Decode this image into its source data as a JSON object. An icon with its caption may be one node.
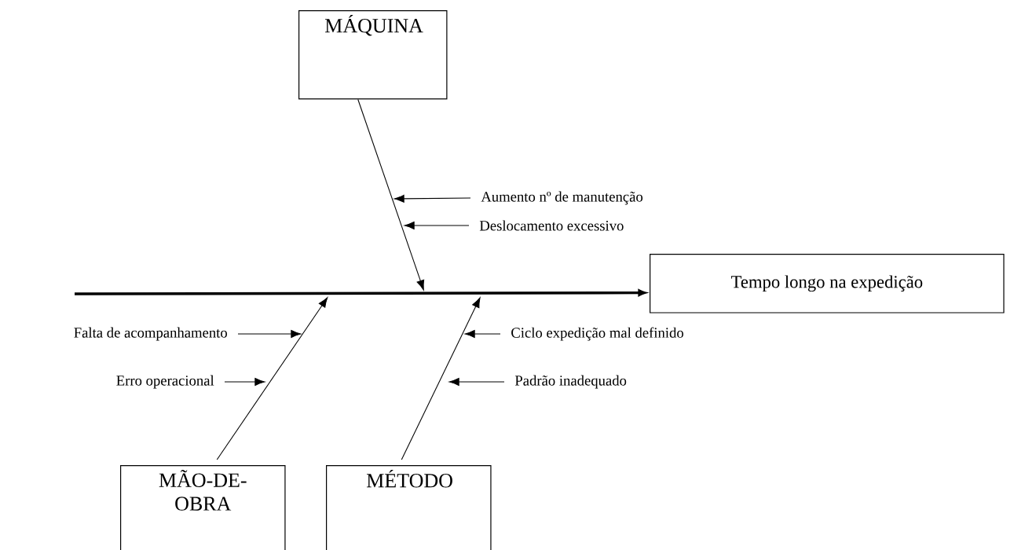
{
  "diagram": {
    "nodes": [
      {
        "text": [
          "MÁQUINA"
        ]
      },
      {
        "text": [
          "Aumento nº de manutenção"
        ]
      },
      {
        "text": [
          "Deslocamento excessivo"
        ]
      },
      {
        "text": [
          "Tempo longo na expedição"
        ]
      },
      {
        "text": [
          "Falta de acompanhamento"
        ]
      },
      {
        "text": [
          "Ciclo expedição mal definido"
        ]
      },
      {
        "text": [
          "Erro operacional"
        ]
      },
      {
        "text": [
          "Padrão inadequado"
        ]
      },
      {
        "text": [
          "MÃO-DE-OBRA"
        ]
      },
      {
        "text": [
          "MÉTODO"
        ]
      }
    ],
    "edges": [
      {
        "from": null,
        "to": 3,
        "arrow": "to",
        "style": "thick"
      },
      {
        "from": 0,
        "to": null,
        "arrow": "to"
      },
      {
        "from": 8,
        "to": null,
        "arrow": "to"
      },
      {
        "from": 9,
        "to": null,
        "arrow": "to"
      },
      {
        "from": 1,
        "to": null,
        "arrow": "to"
      },
      {
        "from": 2,
        "to": null,
        "arrow": "to"
      },
      {
        "from": 4,
        "to": null,
        "arrow": "to"
      },
      {
        "from": 6,
        "to": null,
        "arrow": "to"
      },
      {
        "from": 5,
        "to": null,
        "arrow": "to"
      },
      {
        "from": 7,
        "to": null,
        "arrow": "to"
      }
    ]
  }
}
